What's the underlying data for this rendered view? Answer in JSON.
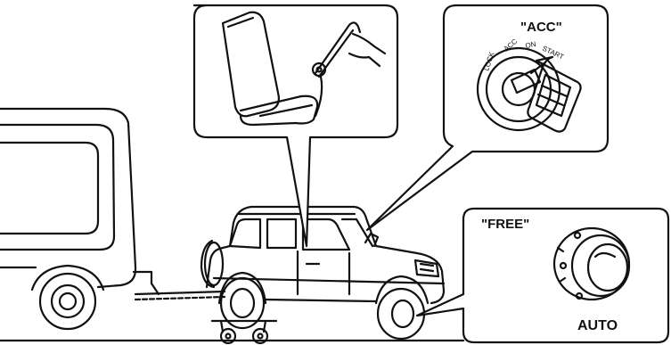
{
  "labels": {
    "ignition_position": "\"ACC\"",
    "hub_mode": "\"FREE\"",
    "hub_setting": "AUTO"
  },
  "ignition_marks": [
    "LOCK",
    "ACC",
    "ON",
    "START"
  ],
  "colors": {
    "ink": "#111111",
    "paper": "#ffffff"
  }
}
